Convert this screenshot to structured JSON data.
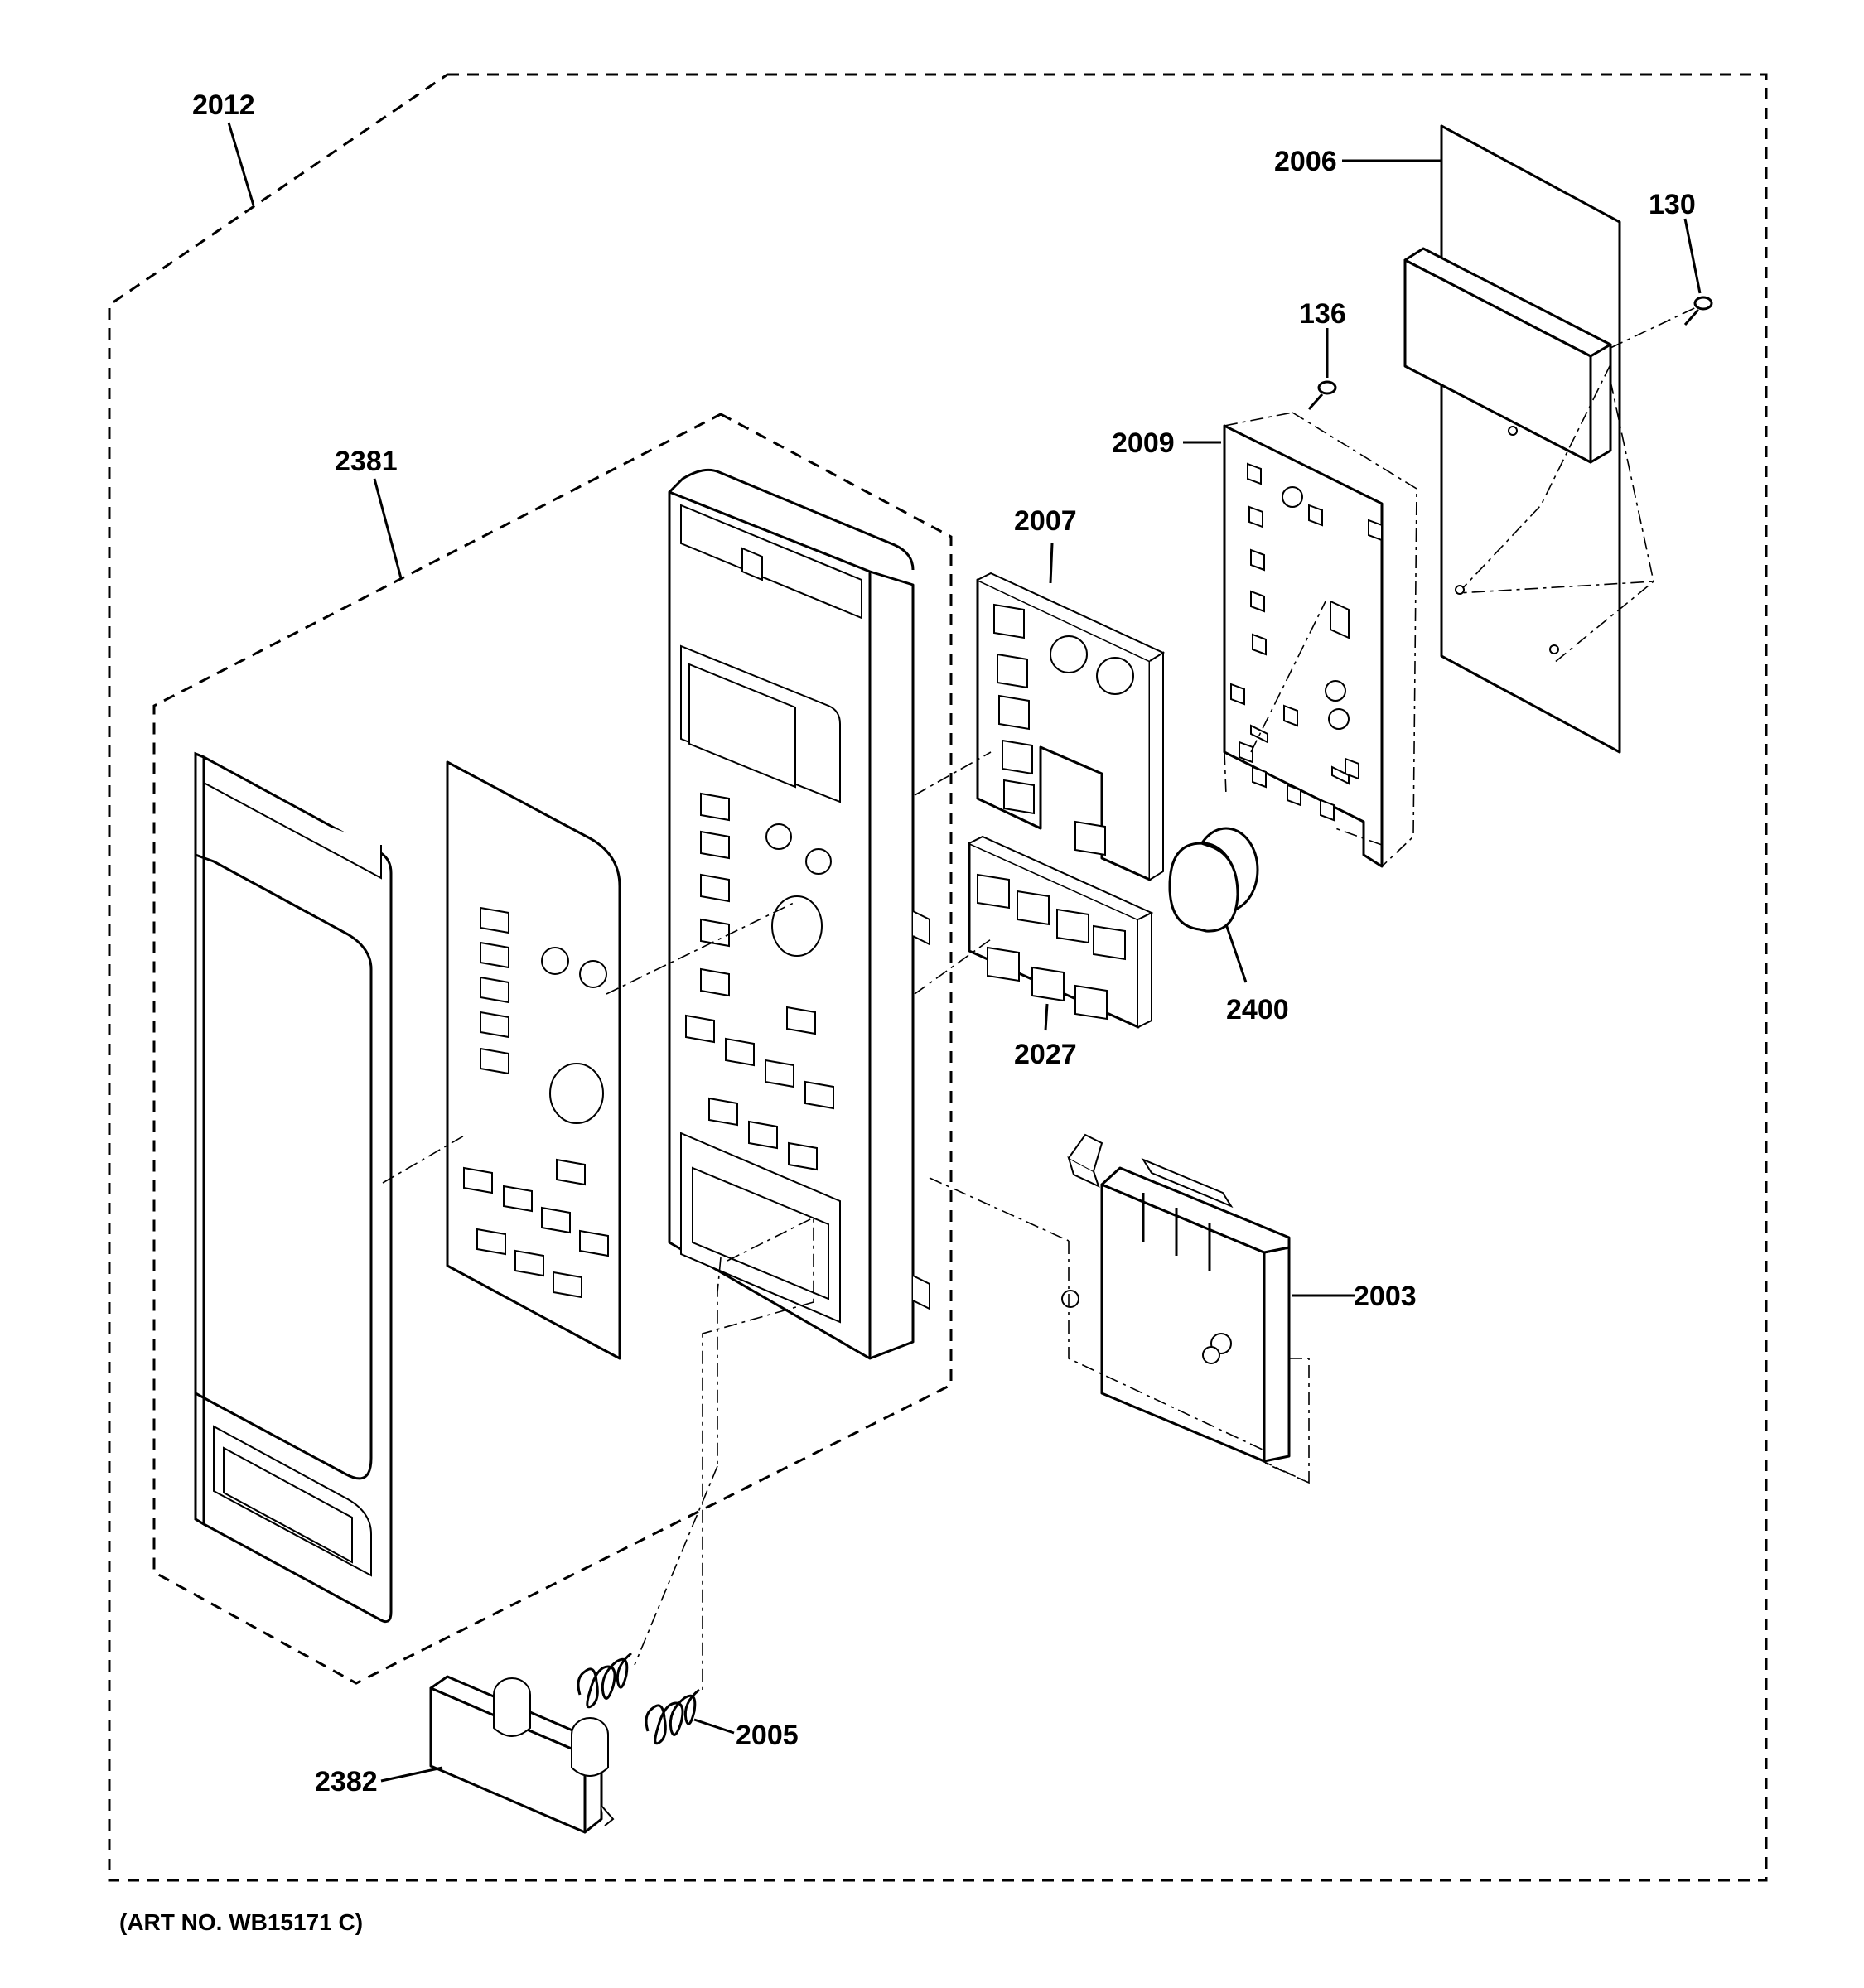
{
  "diagram": {
    "labels": {
      "l2012": "2012",
      "l2006": "2006",
      "l130": "130",
      "l136": "136",
      "l2009": "2009",
      "l2381": "2381",
      "l2007": "2007",
      "l2400": "2400",
      "l2027": "2027",
      "l2003": "2003",
      "l2005": "2005",
      "l2382": "2382"
    },
    "art_number": "(ART NO. WB15171 C)"
  }
}
